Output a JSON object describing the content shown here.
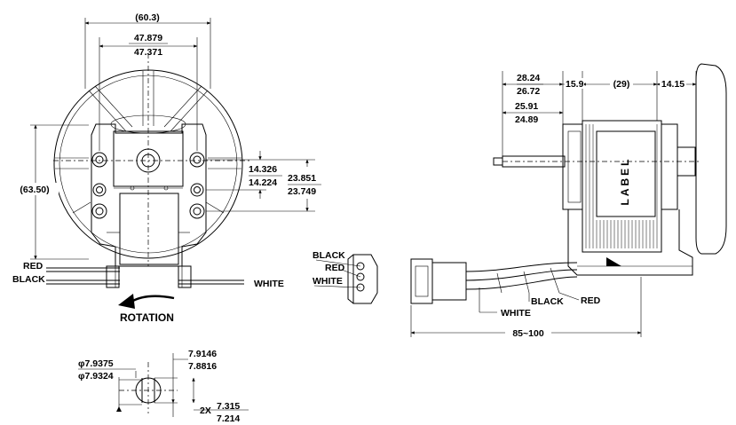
{
  "front_view": {
    "overall_width": "(60.3)",
    "mount_width_max": "47.879",
    "mount_width_min": "47.371",
    "overall_height": "(63.50)",
    "hole_spacing_max": "14.326",
    "hole_spacing_min": "14.224",
    "mount_height_max": "23.851",
    "mount_height_min": "23.749",
    "wire_red": "RED",
    "wire_black": "BLACK",
    "wire_white": "WHITE",
    "rotation": "ROTATION"
  },
  "connector": {
    "black": "BLACK",
    "red": "RED",
    "white": "WHITE"
  },
  "side_view": {
    "dim_a_max": "28.24",
    "dim_a_min": "26.72",
    "dim_b": "15.9",
    "dim_c": "(29)",
    "dim_d": "14.15",
    "dim_e_max": "25.91",
    "dim_e_min": "24.89",
    "label": "LABEL",
    "wire_black": "BLACK",
    "wire_red": "RED",
    "wire_white": "WHITE",
    "lead_length": "85~100"
  },
  "shaft_detail": {
    "dia_max": "φ7.9375",
    "dia_min": "φ7.9324",
    "across_max": "7.9146",
    "across_min": "7.8816",
    "flat_prefix": "2X",
    "flat_max": "7.315",
    "flat_min": "7.214"
  }
}
